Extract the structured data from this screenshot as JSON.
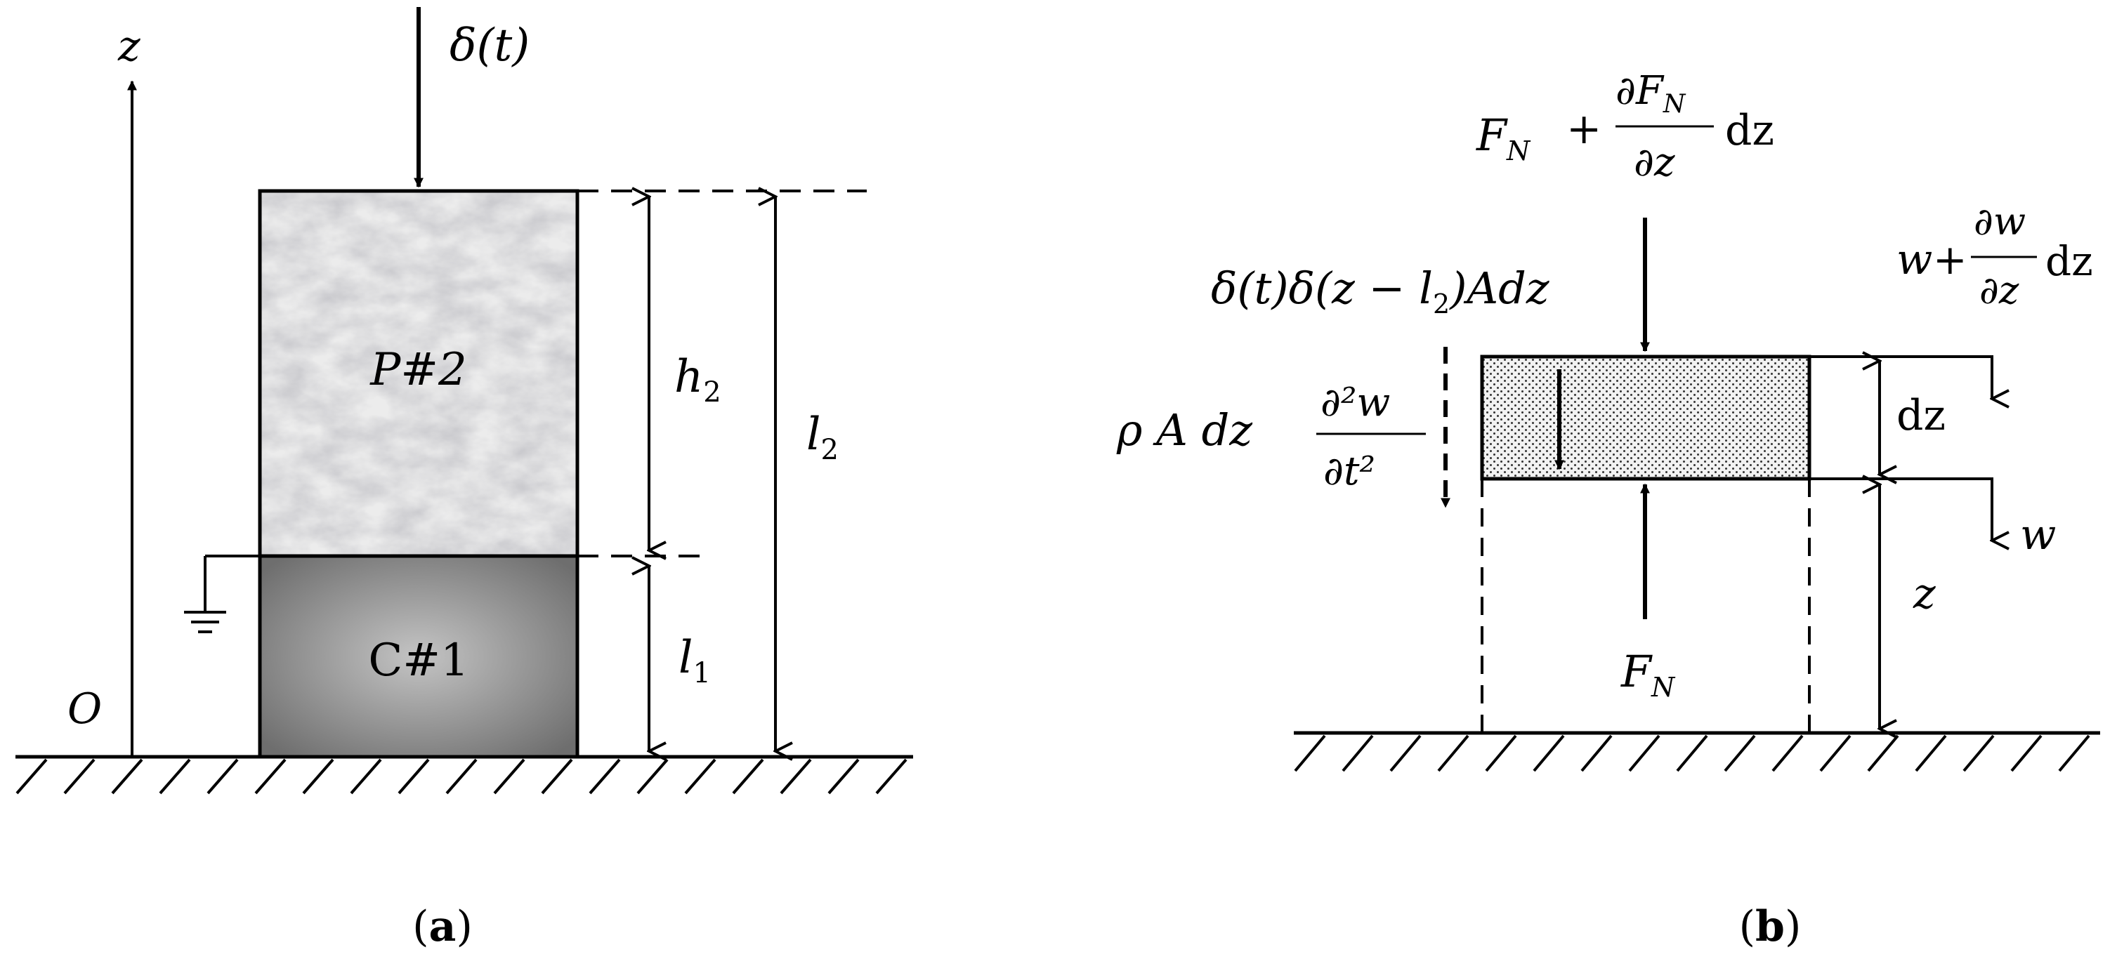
{
  "panel_a": {
    "axis_z": "z",
    "origin": "O",
    "load": "δ(t)",
    "upper_block": "P#2",
    "lower_block": "C#1",
    "h2_sym": "h",
    "h2_sub": "2",
    "l1_sym": "l",
    "l1_sub": "1",
    "l2_sym": "l",
    "l2_sub": "2",
    "caption_open": "(",
    "caption_letter": "a",
    "caption_close": ")"
  },
  "panel_b": {
    "top_force_F": "F",
    "top_force_sub": "N",
    "top_force_plus": "+",
    "top_force_num": "∂F",
    "top_force_num_sub": "N",
    "top_force_den": "∂z",
    "top_force_dz": "dz",
    "impulse": "δ(t)δ(z − l",
    "impulse_sub": "2",
    "impulse_tail": ")Adz",
    "inertia_lhs": "ρ A dz",
    "inertia_num": "∂²w",
    "inertia_den": "∂t²",
    "disp_top_w": "w",
    "disp_top_plus": "+",
    "disp_top_num": "∂w",
    "disp_top_den": "∂z",
    "disp_top_dz": "dz",
    "dz_label": "dz",
    "w_label": "w",
    "z_label": "z",
    "bottom_force_F": "F",
    "bottom_force_sub": "N",
    "caption_open": "(",
    "caption_letter": "b",
    "caption_close": ")"
  },
  "colors": {
    "ink": "#000000",
    "upper_block_fill": "#ececec",
    "lower_block_dark": "#6e6e6e",
    "lower_block_light": "#c4c4c4",
    "element_fill": "#f0f0f0"
  }
}
